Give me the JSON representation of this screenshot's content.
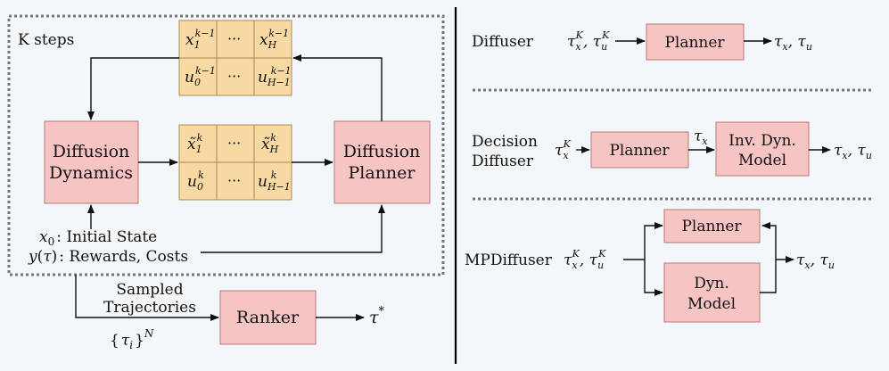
{
  "left": {
    "k_steps": "K steps",
    "dynamics": [
      "Diffusion",
      "Dynamics"
    ],
    "planner": [
      "Diffusion",
      "Planner"
    ],
    "ranker": "Ranker",
    "init_state_label": ": Initial State",
    "rewards_label": ": Rewards, Costs",
    "sampled": [
      "Sampled",
      "Trajectories"
    ],
    "ellipsis": "···"
  },
  "right": {
    "diffuser_label": "Diffuser",
    "planner": "Planner",
    "decision_label": [
      "Decision",
      "Diffuser"
    ],
    "inv_dyn": [
      "Inv. Dyn.",
      "Model"
    ],
    "mpd_label": "MPDiffuser",
    "dyn_model": [
      "Dyn.",
      "Model"
    ]
  }
}
